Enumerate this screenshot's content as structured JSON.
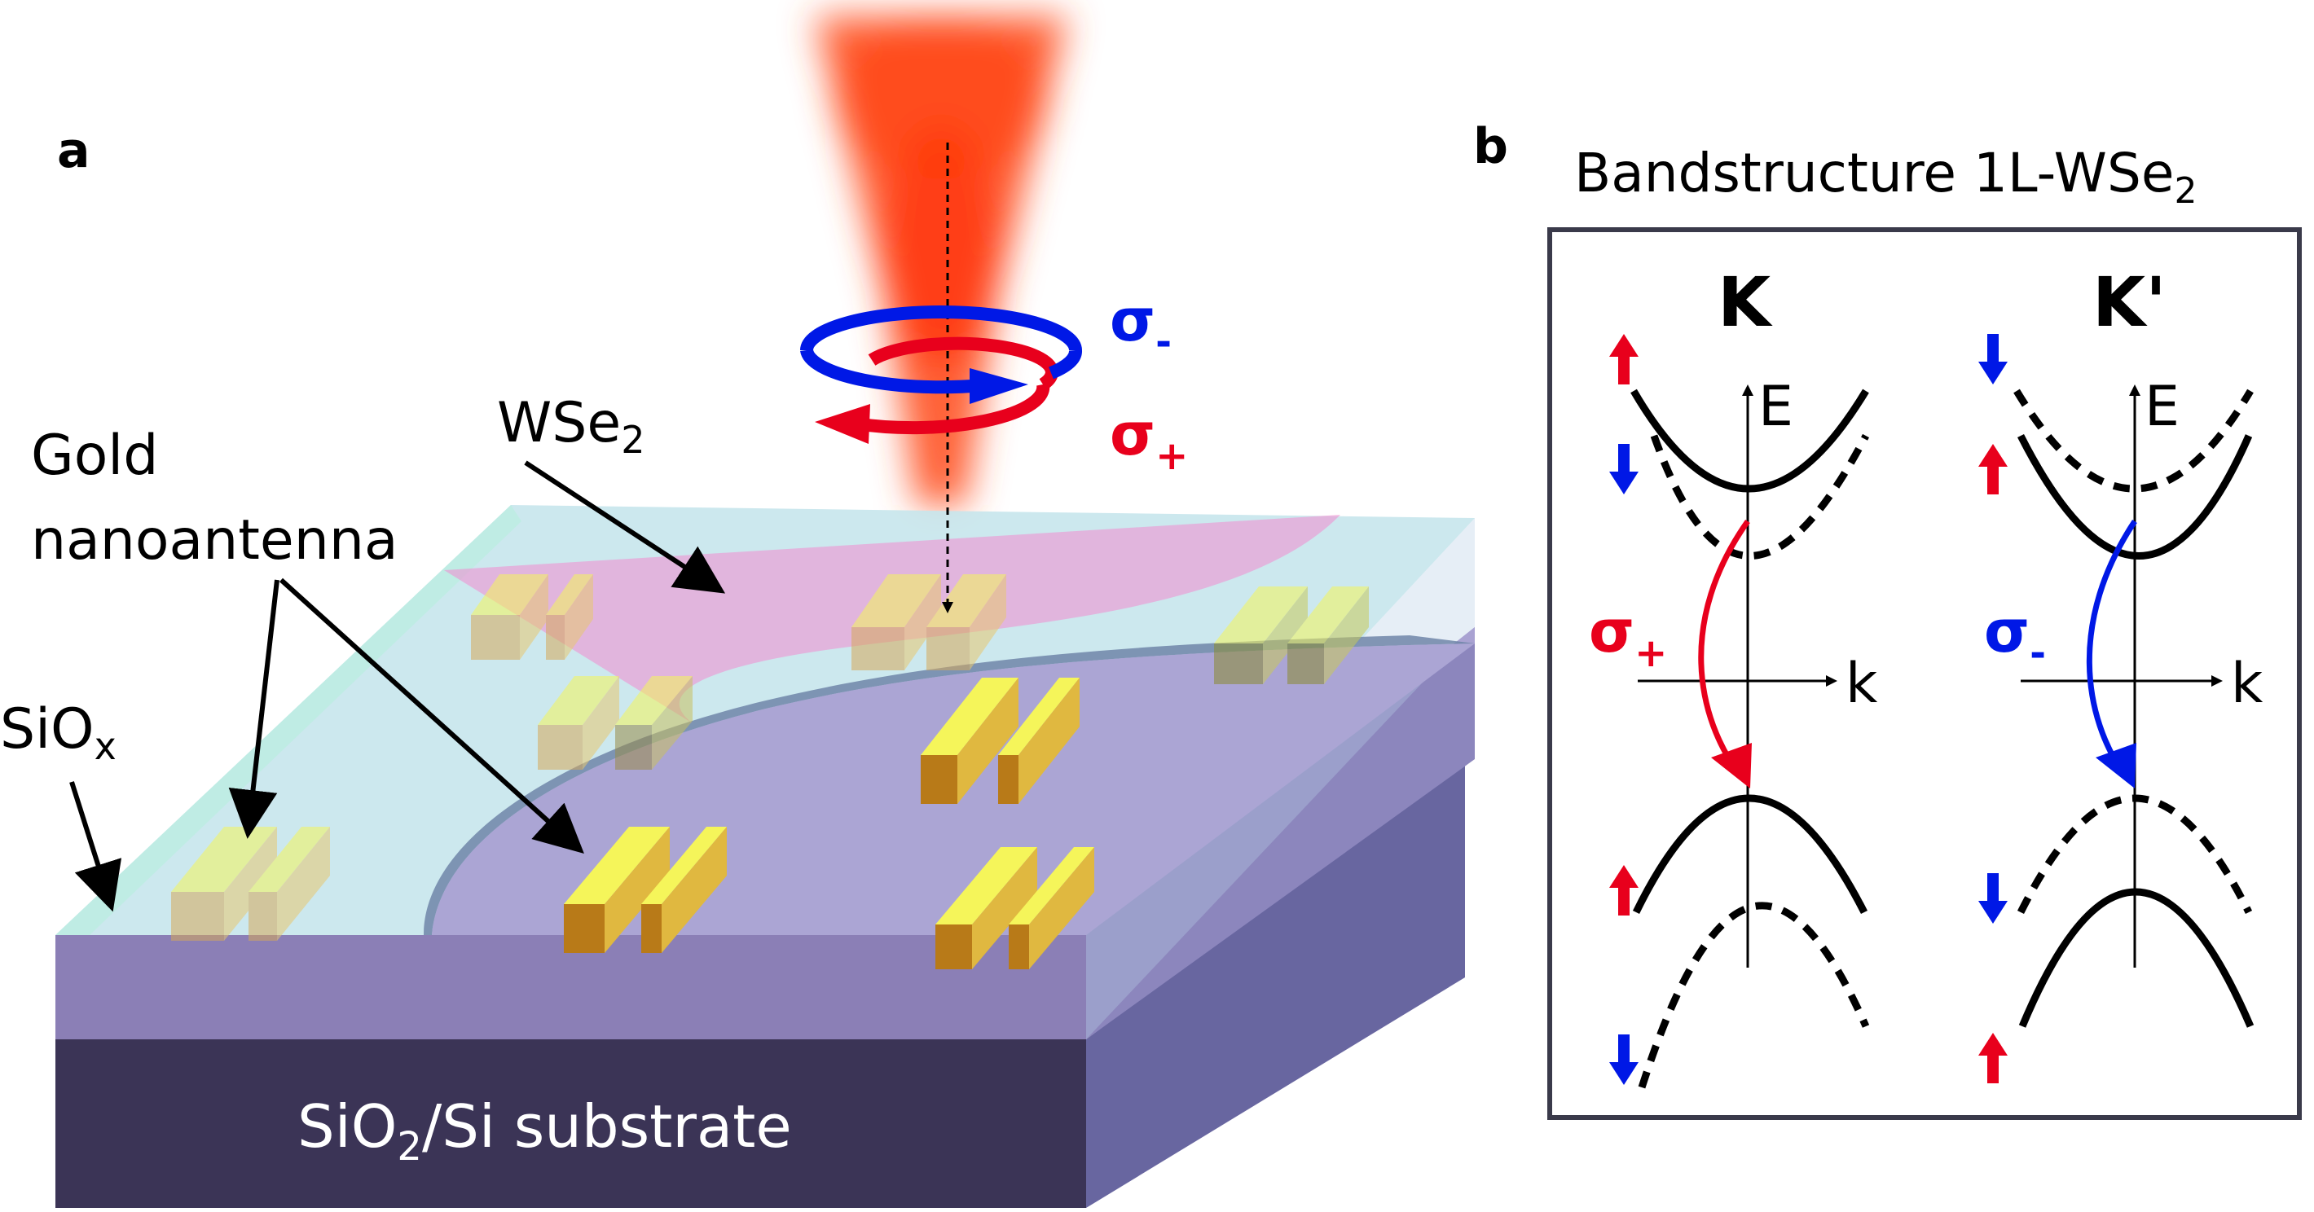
{
  "panel_a": {
    "letter": "a",
    "label_gold": "Gold",
    "label_nanoantenna": "nanoantenna",
    "label_sio_base": "SiO",
    "label_sio_sub": "x",
    "label_wse_base": "WSe",
    "label_wse_sub": "2",
    "label_substrate_a": "SiO",
    "label_substrate_sub": "2",
    "label_substrate_b": "/Si substrate",
    "sigma_minus_base": "σ",
    "sigma_minus_sub": "-",
    "sigma_plus_base": "σ",
    "sigma_plus_sub": "+"
  },
  "panel_b": {
    "letter": "b",
    "title_base": "Bandstructure 1L-WSe",
    "title_sub": "2",
    "valley_k": "K",
    "valley_kprime": "K'",
    "axis_e": "E",
    "axis_k": "k",
    "sigma_plus_base": "σ",
    "sigma_plus_sub": "+",
    "sigma_minus_base": "σ",
    "sigma_minus_sub": "-"
  },
  "colors": {
    "sigma_plus": "#e8001c",
    "sigma_minus": "#0018e6",
    "substrate_front": "#3b3456",
    "substrate_side": "#6866a0",
    "gold_top": "#f5f55a",
    "gold_front": "#b87a18"
  }
}
